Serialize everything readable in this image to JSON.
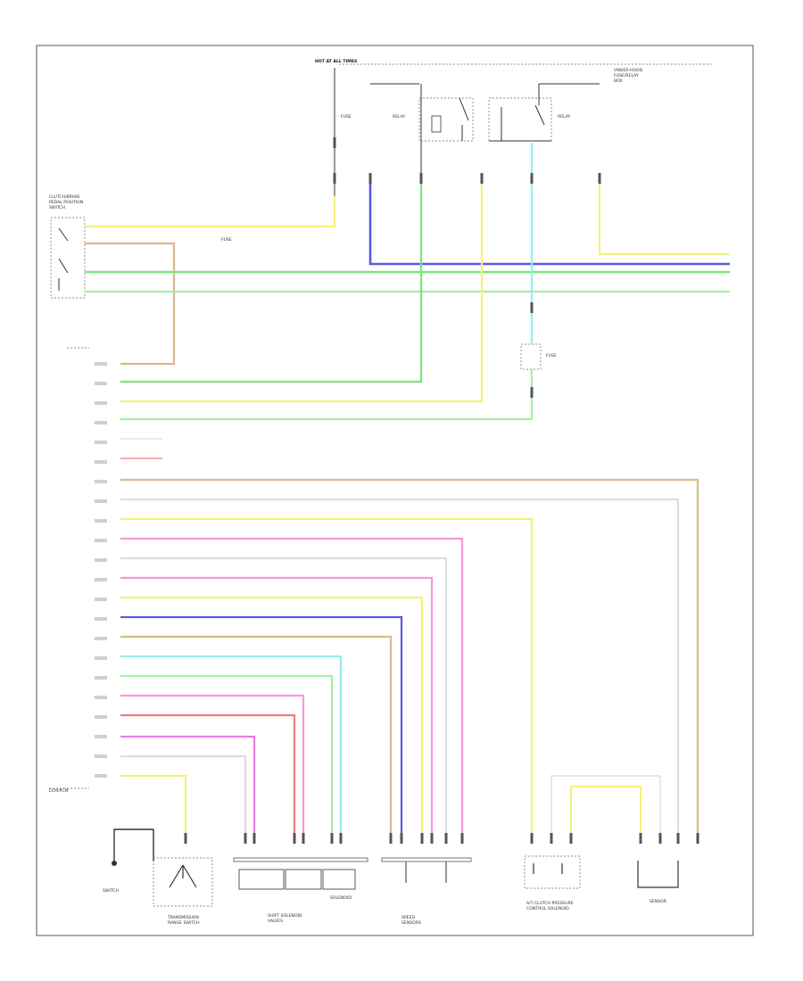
{
  "diagram": {
    "page_label": "",
    "top_source_label": "HOT AT ALL TIMES",
    "relay_group_label": "",
    "fuse_labels": [
      "FUSE",
      "FUSE",
      "FUSE"
    ],
    "ground_label": "",
    "component_labels": [
      {
        "id": "brake-switch",
        "lines": [
          "CLUTCH/BRAKE",
          "PEDAL POSITION",
          "SWITCH"
        ]
      },
      {
        "id": "relay-left",
        "lines": [
          "RELAY"
        ]
      },
      {
        "id": "relay-right",
        "lines": [
          "RELAY"
        ]
      },
      {
        "id": "under-hood-box",
        "lines": [
          "UNDER-HOOD",
          "FUSE/RELAY",
          "BOX"
        ]
      },
      {
        "id": "ecm",
        "lines": [
          "ECM/PCM"
        ]
      },
      {
        "id": "wiper",
        "lines": [
          "PCM"
        ]
      },
      {
        "id": "sensor-1",
        "lines": [
          "SWITCH"
        ]
      },
      {
        "id": "sensor-2",
        "lines": [
          "TRANSMISSION",
          "RANGE SWITCH"
        ]
      },
      {
        "id": "sensor-3",
        "lines": [
          "SHIFT SOLENOID",
          "VALVES"
        ]
      },
      {
        "id": "sensor-4",
        "lines": [
          "SOLENOID"
        ]
      },
      {
        "id": "sensor-5",
        "lines": [
          "SPEED",
          "SENSORS"
        ]
      },
      {
        "id": "sensor-6",
        "lines": [
          "A/T CLUTCH PRESSURE",
          "CONTROL SOLENOID"
        ]
      },
      {
        "id": "sensor-7",
        "lines": [
          "SENSOR"
        ]
      }
    ],
    "wire_colors": {
      "yellow": "#f4f27a",
      "tan": "#d9b98a",
      "green": "#7ee37e",
      "light_green": "#a6f0a6",
      "blue": "#5a5ae6",
      "cyan": "#8ff0f0",
      "pink": "#f59ad8",
      "red": "#f07b7b",
      "magenta": "#ee7ae8",
      "white": "#dddddd",
      "black": "#333333"
    }
  }
}
